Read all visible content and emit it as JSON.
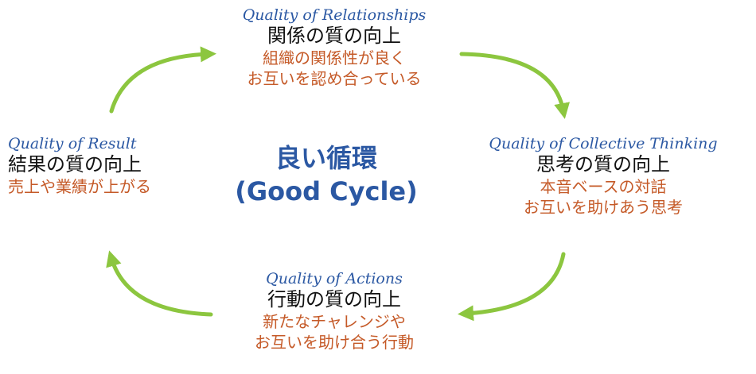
{
  "center": {
    "title": "良い循環",
    "subtitle": "(Good Cycle)"
  },
  "nodes": {
    "relationships": {
      "en": "Quality of Relationships",
      "jp": "関係の質の向上",
      "desc": [
        "組織の関係性が良く",
        "お互いを認め合っている"
      ]
    },
    "thinking": {
      "en": "Quality of Collective Thinking",
      "jp": "思考の質の向上",
      "desc": [
        "本音ベースの対話",
        "お互いを助けあう思考"
      ]
    },
    "actions": {
      "en": "Quality of Actions",
      "jp": "行動の質の向上",
      "desc": [
        "新たなチャレンジや",
        "お互いを助け合う行動"
      ]
    },
    "result": {
      "en": "Quality of Result",
      "jp": "結果の質の向上",
      "desc": [
        "売上や業績が上がる"
      ]
    }
  },
  "colors": {
    "english": "#2b58a3",
    "japanese": "#111111",
    "description": "#c55a28",
    "arrow": "#8cc63f"
  }
}
